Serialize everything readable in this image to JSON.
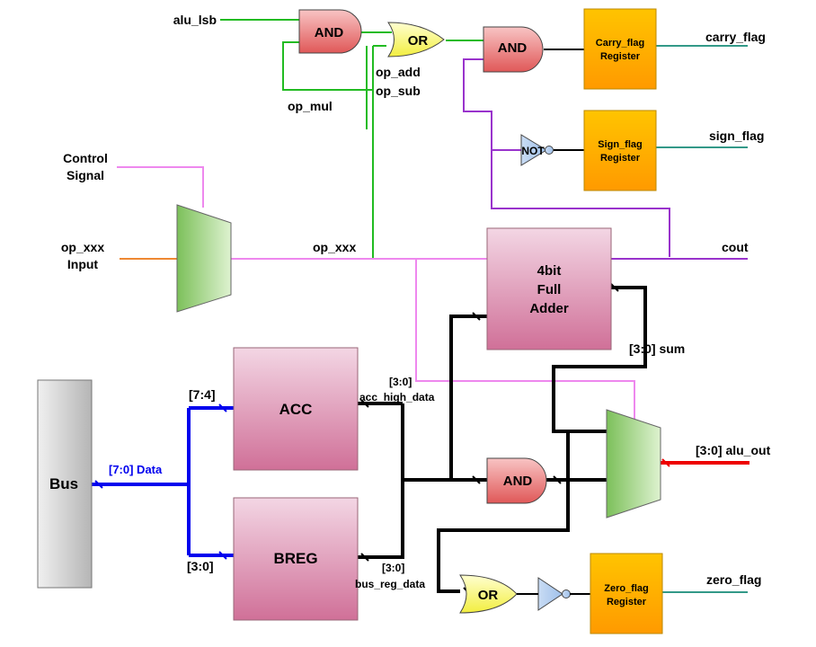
{
  "signals": {
    "alu_lsb": "alu_lsb",
    "op_add": "op_add",
    "op_sub": "op_sub",
    "op_mul": "op_mul",
    "control_signal_1": "Control",
    "control_signal_2": "Signal",
    "op_xxx_input_1": "op_xxx",
    "op_xxx_input_2": "Input",
    "op_xxx": "op_xxx",
    "carry_flag": "carry_flag",
    "sign_flag": "sign_flag",
    "cout": "cout",
    "sum": "[3:0] sum",
    "alu_out": "[3:0] alu_out",
    "zero_flag": "zero_flag",
    "bus_data": "[7:0] Data",
    "bus_high": "[7:4]",
    "bus_low": "[3:0]",
    "acc_high_bits": "[3:0]",
    "acc_high_data": "acc_high_data",
    "bus_reg_bits": "[3:0]",
    "bus_reg_data": "bus_reg_data"
  },
  "gates": {
    "and_top": "AND",
    "or_top": "OR",
    "and_carry": "AND",
    "not_sign": "NOT",
    "and_mid": "AND",
    "or_zero": "OR"
  },
  "blocks": {
    "bus": "Bus",
    "acc": "ACC",
    "breg": "BREG",
    "adder_1": "4bit",
    "adder_2": "Full",
    "adder_3": "Adder"
  },
  "registers": {
    "carry_1": "Carry_flag",
    "carry_2": "Register",
    "sign_1": "Sign_flag",
    "sign_2": "Register",
    "zero_1": "Zero_flag",
    "zero_2": "Register"
  },
  "colors": {
    "green_wire": "#22bb22",
    "purple_wire": "#9933cc",
    "pink_wire": "#ee88ee",
    "teal_wire": "#339988",
    "orange_wire": "#ee8833",
    "blue_bus": "#0000ee",
    "red_out": "#ee0000",
    "register_fill": "#ffaa00",
    "and_fill": "#e86060",
    "or_fill": "#ffff66",
    "mux_fill": "#88cc66",
    "block_fill": "#d47aa6",
    "bus_fill": "#cccccc"
  }
}
